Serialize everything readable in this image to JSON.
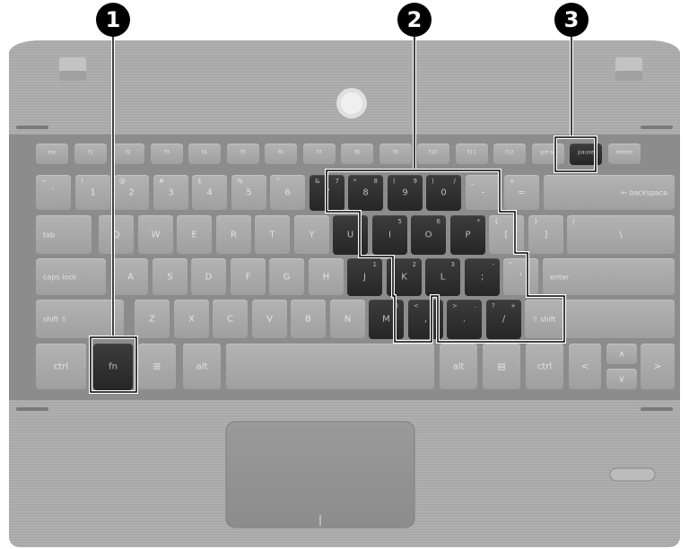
{
  "callouts": [
    "1",
    "2",
    "3"
  ],
  "keyboard": {
    "function_row": [
      "esc",
      "f1",
      "f2",
      "f3",
      "f4",
      "f5",
      "f6",
      "f7",
      "f8",
      "f9",
      "f10",
      "f11",
      "f12",
      "prt sc",
      "pause",
      "delete"
    ],
    "number_row": [
      {
        "main": "`",
        "shift": "~"
      },
      {
        "main": "1",
        "shift": "!"
      },
      {
        "main": "2",
        "shift": "@"
      },
      {
        "main": "3",
        "shift": "#"
      },
      {
        "main": "4",
        "shift": "$"
      },
      {
        "main": "5",
        "shift": "%"
      },
      {
        "main": "6",
        "shift": "^"
      },
      {
        "main": "7",
        "shift": "&",
        "num": "7"
      },
      {
        "main": "8",
        "shift": "*",
        "num": "8"
      },
      {
        "main": "9",
        "shift": "(",
        "num": "9"
      },
      {
        "main": "0",
        "shift": ")",
        "num": "/"
      },
      {
        "main": "-",
        "shift": "_"
      },
      {
        "main": "=",
        "shift": "+"
      },
      {
        "main": "← backspace"
      }
    ],
    "top_row": [
      {
        "main": "tab"
      },
      {
        "main": "Q"
      },
      {
        "main": "W"
      },
      {
        "main": "E"
      },
      {
        "main": "R"
      },
      {
        "main": "T"
      },
      {
        "main": "Y"
      },
      {
        "main": "U",
        "num": "4"
      },
      {
        "main": "I",
        "num": "5"
      },
      {
        "main": "O",
        "num": "6"
      },
      {
        "main": "P",
        "num": "*"
      },
      {
        "main": "[",
        "shift": "{"
      },
      {
        "main": "]",
        "shift": "}"
      },
      {
        "main": "\\",
        "shift": "|"
      }
    ],
    "home_row": [
      {
        "main": "caps lock"
      },
      {
        "main": "A"
      },
      {
        "main": "S"
      },
      {
        "main": "D"
      },
      {
        "main": "F"
      },
      {
        "main": "G"
      },
      {
        "main": "H"
      },
      {
        "main": "J",
        "num": "1"
      },
      {
        "main": "K",
        "num": "2"
      },
      {
        "main": "L",
        "num": "3"
      },
      {
        "main": ";",
        "num": "-"
      },
      {
        "main": "'",
        "shift": "\""
      },
      {
        "main": "enter"
      }
    ],
    "bottom_row": [
      {
        "main": "shift ⇧"
      },
      {
        "main": "Z"
      },
      {
        "main": "X"
      },
      {
        "main": "C"
      },
      {
        "main": "V"
      },
      {
        "main": "B"
      },
      {
        "main": "N"
      },
      {
        "main": "M",
        "num": "0"
      },
      {
        "main": ",",
        "shift": "<"
      },
      {
        "main": ".",
        "shift": ">",
        "num": "."
      },
      {
        "main": "/",
        "shift": "?",
        "num": "+"
      },
      {
        "main": "⇧ shift"
      }
    ],
    "space_row": [
      {
        "main": "ctrl"
      },
      {
        "main": "fn"
      },
      {
        "main": "⊞"
      },
      {
        "main": "alt"
      },
      {
        "main": ""
      },
      {
        "main": "alt"
      },
      {
        "main": "▤"
      },
      {
        "main": "ctrl"
      },
      {
        "main": "<"
      },
      {
        "main": "∧"
      },
      {
        "main": "∨"
      },
      {
        "main": ">"
      }
    ]
  }
}
